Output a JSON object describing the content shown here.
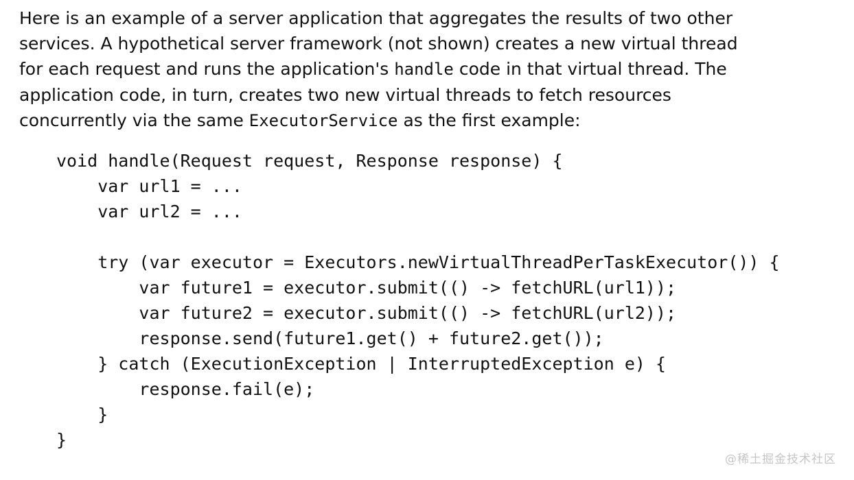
{
  "colors": {
    "background": "#ffffff",
    "text": "#111111",
    "watermark": "#c5c5c5"
  },
  "paragraph": {
    "lines": [
      {
        "segments": [
          {
            "text": "Here is an example of a server application that aggregates the results of two other",
            "code": false
          }
        ]
      },
      {
        "segments": [
          {
            "text": "services. A hypothetical server framework (not shown) creates a new virtual thread",
            "code": false
          }
        ]
      },
      {
        "segments": [
          {
            "text": "for each request and runs the application's ",
            "code": false
          },
          {
            "text": "handle",
            "code": true
          },
          {
            "text": " code in that virtual thread. The",
            "code": false
          }
        ]
      },
      {
        "segments": [
          {
            "text": "application code, in turn, creates two new virtual threads to fetch resources",
            "code": false
          }
        ]
      },
      {
        "segments": [
          {
            "text": "concurrently via the same ",
            "code": false
          },
          {
            "text": "ExecutorService",
            "code": true
          },
          {
            "text": " as the first example:",
            "code": false
          }
        ]
      }
    ]
  },
  "code_block": {
    "language": "java",
    "lines": [
      "void handle(Request request, Response response) {",
      "    var url1 = ...",
      "    var url2 = ...",
      "",
      "    try (var executor = Executors.newVirtualThreadPerTaskExecutor()) {",
      "        var future1 = executor.submit(() -> fetchURL(url1));",
      "        var future2 = executor.submit(() -> fetchURL(url2));",
      "        response.send(future1.get() + future2.get());",
      "    } catch (ExecutionException | InterruptedException e) {",
      "        response.fail(e);",
      "    }",
      "}"
    ]
  },
  "watermark": {
    "text": "@稀土掘金技术社区"
  }
}
